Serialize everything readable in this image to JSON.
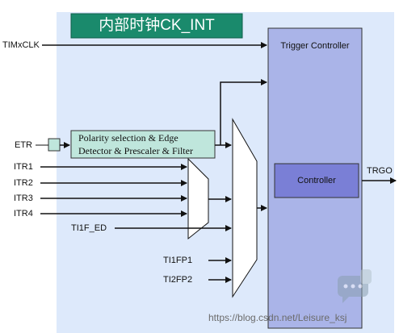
{
  "title_banner": "内部时钟CK_INT",
  "signals": {
    "timxclk": "TIMxCLK",
    "etr": "ETR",
    "itr1": "ITR1",
    "itr2": "ITR2",
    "itr3": "ITR3",
    "itr4": "ITR4",
    "ti1f_ed": "TI1F_ED",
    "ti1fp1": "TI1FP1",
    "ti2fp2": "TI2FP2",
    "trgo": "TRGO"
  },
  "blocks": {
    "trigger_controller": "Trigger Controller",
    "controller": "Controller",
    "polarity_line1": "Polarity selection & Edge",
    "polarity_line2": "Detector & Prescaler & Filter"
  },
  "watermark": "https://blog.csdn.net/Leisure_ksj",
  "colors": {
    "background_panel": "#dde9fb",
    "trigger_controller_fill": "#aab4e8",
    "controller_fill": "#7a7fd6",
    "polarity_fill": "#bfe6dc",
    "banner_fill": "#1a8a6c"
  }
}
